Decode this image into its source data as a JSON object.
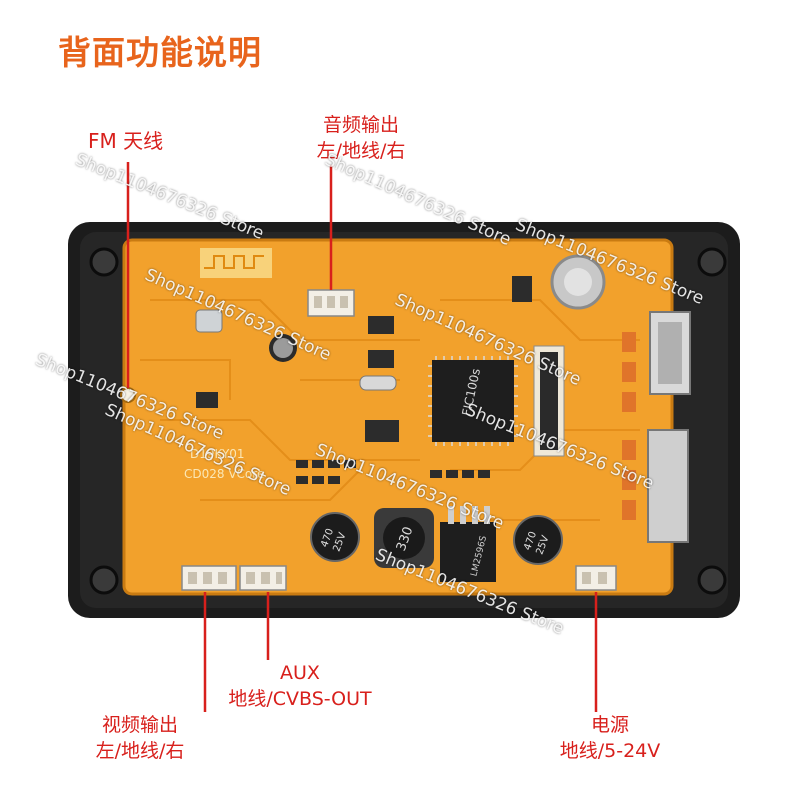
{
  "title": "背面功能说明",
  "labels": {
    "fm_antenna": "FM 天线",
    "audio_out_line1": "音频输出",
    "audio_out_line2": "左/地线/右",
    "aux_line1": "AUX",
    "aux_line2": "地线/CVBS-OUT",
    "video_out_line1": "视频输出",
    "video_out_line2": "左/地线/右",
    "power_line1": "电源",
    "power_line2": "地线/5-24V"
  },
  "board_text": {
    "chip": "FIC100s",
    "model_line1": "D19KY01",
    "model_line2": "CD028 VCore",
    "cap_left_line1": "470",
    "cap_left_line2": "25V",
    "cap_right_line1": "470",
    "cap_right_line2": "25V",
    "inductor": "330",
    "regulator": "LM2596S"
  },
  "watermark": "Shop1104676326 Store",
  "colors": {
    "title": "#e8641c",
    "label": "#d8201c",
    "pcb": "#f2a12c",
    "frame": "#1c1c1c"
  }
}
